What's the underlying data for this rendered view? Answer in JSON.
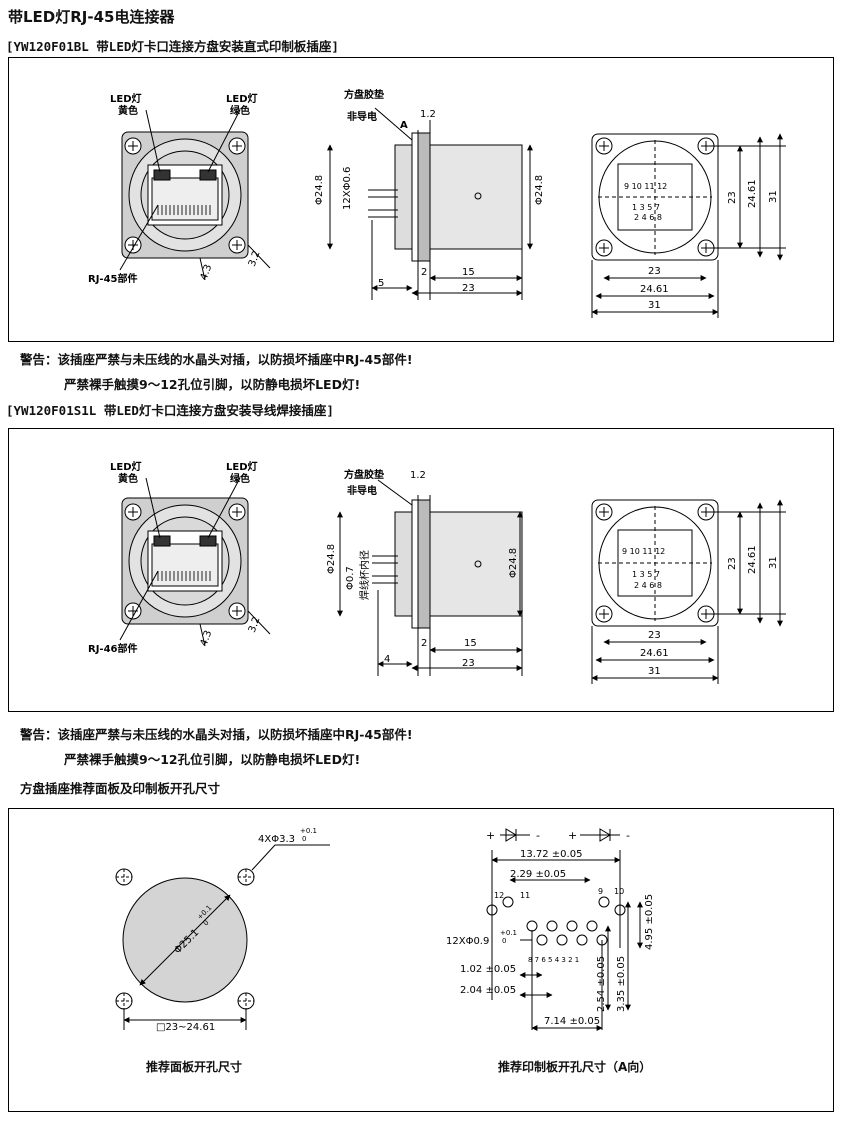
{
  "page_title": "带LED灯RJ-45电连接器",
  "section1": {
    "heading": "[YW120F01BL 带LED灯卡口连接方盘安装直式印制板插座]",
    "led_left": "LED灯",
    "led_left_color": "黄色",
    "led_right": "LED灯",
    "led_right_color": "绿色",
    "rj_label": "RJ-45部件",
    "dim_43": "4.3",
    "dim_32": "3.2",
    "gasket": "方盘胶垫",
    "non_conductive": "非导电",
    "view_a": "A",
    "dim_12": "1.2",
    "dim_d248_left": "Φ24.8",
    "pin_spec": "12XΦ0.6",
    "dim_d248_right": "Φ24.8",
    "dim_2": "2",
    "dim_15": "15",
    "dim_5": "5",
    "dim_23_side": "23",
    "pin_top": "9 10     11 12",
    "pin_mid": "1 3 5 7",
    "pin_bot": "2 4 6 8",
    "dim_23_right": "23",
    "dim_2461_right": "24.61",
    "dim_31_right": "31",
    "dim_23_bottom": "23",
    "dim_2461_bottom": "24.61",
    "dim_31_bottom": "31",
    "warning_line1": "警告：该插座严禁与未压线的水晶头对插，以防损坏插座中RJ-45部件!",
    "warning_line2": "严禁裸手触摸9～12孔位引脚，以防静电损坏LED灯!"
  },
  "section2": {
    "heading": "[YW120F01S1L 带LED灯卡口连接方盘安装导线焊接插座]",
    "led_left": "LED灯",
    "led_left_color": "黄色",
    "led_right": "LED灯",
    "led_right_color": "绿色",
    "rj_label": "RJ-46部件",
    "dim_43": "4.3",
    "dim_32": "3.2",
    "gasket": "方盘胶垫",
    "non_conductive": "非导电",
    "dim_12": "1.2",
    "dim_d248_left": "Φ24.8",
    "pin_spec": "Φ0.7",
    "wire_note": "焊线杯内径",
    "dim_d248_right": "Φ24.8",
    "dim_2": "2",
    "dim_15": "15",
    "dim_4": "4",
    "dim_23_side": "23",
    "pin_top": "9 10     11 12",
    "pin_mid": "1 3 5 7",
    "pin_bot": "2 4 6 8",
    "dim_23_right": "23",
    "dim_2461_right": "24.61",
    "dim_31_right": "31",
    "dim_23_bottom": "23",
    "dim_2461_bottom": "24.61",
    "dim_31_bottom": "31",
    "warning_line1": "警告：该插座严禁与未压线的水晶头对插，以防损坏插座中RJ-45部件!",
    "warning_line2": "严禁裸手触摸9～12孔位引脚，以防静电损坏LED灯!"
  },
  "section3": {
    "heading": "方盘插座推荐面板及印制板开孔尺寸",
    "hole_spec": "4XΦ3.3",
    "hole_tol": "+0.1",
    "hole_tol2": "0",
    "dia_label": "Φ25.1",
    "dia_tol": "+0.1",
    "dia_tol2": "0",
    "square_label": "□23~24.61",
    "panel_caption": "推荐面板开孔尺寸",
    "led_plus": "+",
    "led_minus": "-",
    "dim_1372": "13.72 ±0.05",
    "dim_229": "2.29 ±0.05",
    "pin_12": "12",
    "pin_11": "11",
    "pin_9": "9",
    "pin_10": "10",
    "pin_spec": "12XΦ0.9",
    "pin_tol": "+0.1",
    "pin_tol2": "0",
    "pin_row": "8  7  6  5  4  3  2  1",
    "dim_102": "1.02 ±0.05",
    "dim_204": "2.04 ±0.05",
    "dim_714": "7.14 ±0.05",
    "dim_254": "2.54 ±0.05",
    "dim_335": "3.35 ±0.05",
    "dim_495": "4.95 ±0.05",
    "pcb_caption": "推荐印制板开孔尺寸（A向）"
  }
}
